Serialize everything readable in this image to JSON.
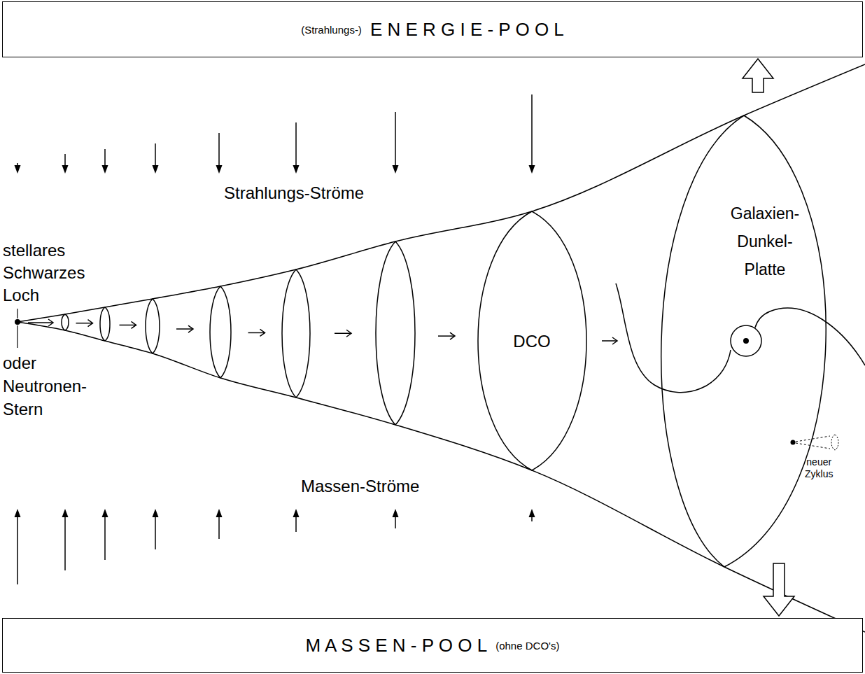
{
  "diagram": {
    "nodes": [
      {
        "text": [
          "(Strahlungs-)",
          "E N E R G I E - P O O L"
        ]
      },
      {
        "text": [
          "DCO"
        ]
      },
      {
        "text": [
          "Galaxien- Dunkel- Platte"
        ]
      },
      {
        "text": [
          "M A S S E N - P O O L",
          "(ohne DCO's)"
        ]
      }
    ],
    "edges": [
      {
        "from": 1,
        "to": 2,
        "arrow": "to"
      },
      {
        "from": 2,
        "to": 0,
        "arrow": "to"
      },
      {
        "from": 2,
        "to": 3,
        "arrow": "to"
      }
    ],
    "labels": [
      "Strahlungs-Ströme",
      "stellares Schwarzes Loch",
      "oder Neutronen- Stern",
      "Massen-Ströme",
      "neuer Zyklus"
    ]
  }
}
